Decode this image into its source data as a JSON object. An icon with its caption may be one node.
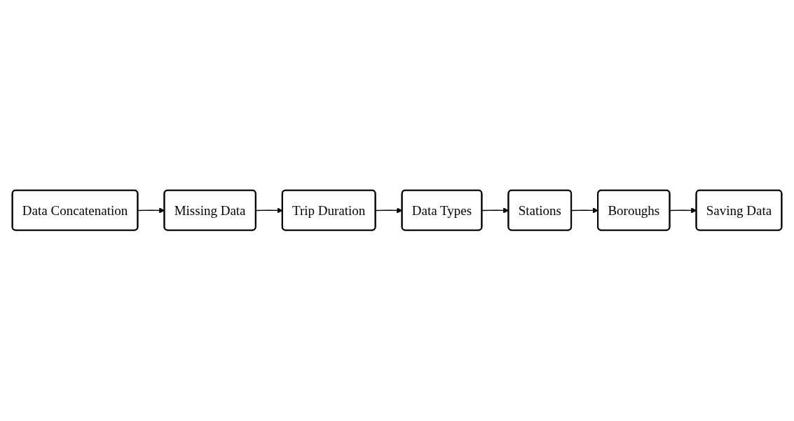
{
  "diagram": {
    "nodes": [
      {
        "text": [
          "Data Concatenation"
        ]
      },
      {
        "text": [
          "Missing Data"
        ]
      },
      {
        "text": [
          "Trip Duration"
        ]
      },
      {
        "text": [
          "Boroughs"
        ]
      },
      {
        "text": [
          "Stations"
        ]
      },
      {
        "text": [
          "Data Types"
        ]
      },
      {
        "text": [
          "Saving Data"
        ]
      }
    ],
    "edges": [
      {
        "from": 0,
        "to": 1,
        "arrow": "to"
      },
      {
        "from": 1,
        "to": 2,
        "arrow": "to"
      },
      {
        "from": 2,
        "to": 5,
        "arrow": "to"
      },
      {
        "from": 5,
        "to": 4,
        "arrow": "to"
      },
      {
        "from": 4,
        "to": 3,
        "arrow": "to"
      },
      {
        "from": 3,
        "to": 6,
        "arrow": "to"
      }
    ]
  }
}
